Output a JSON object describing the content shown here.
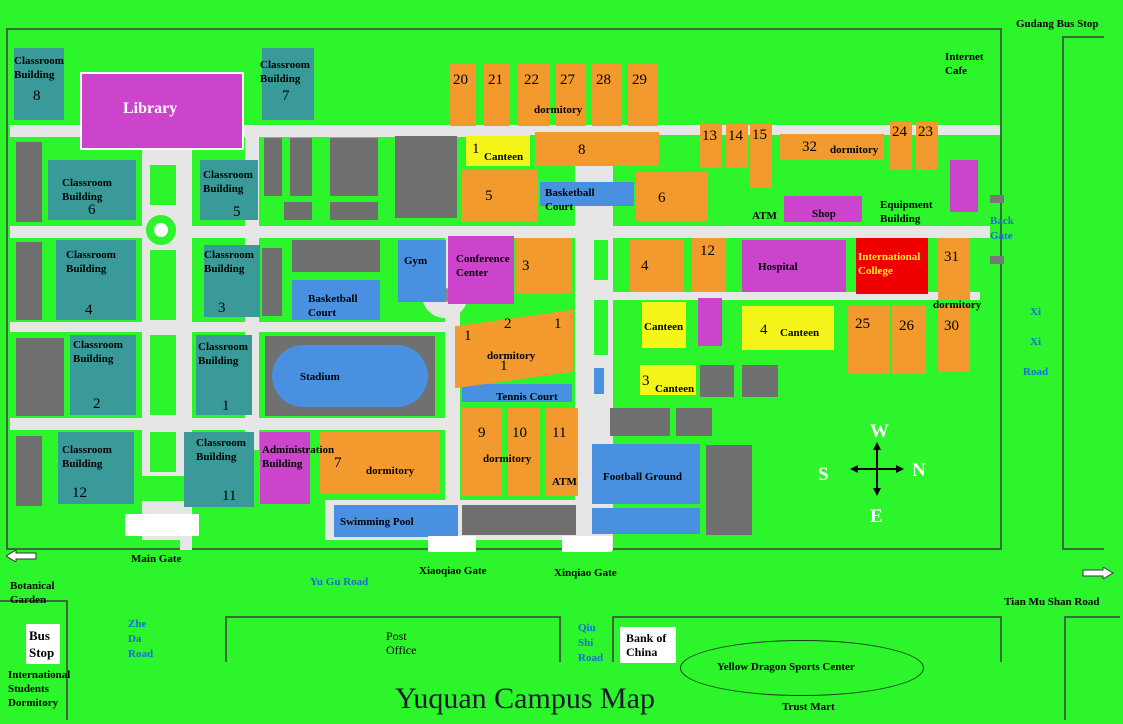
{
  "title": "Yuquan Campus Map",
  "colors": {
    "grass": "#2cf52c",
    "road": "#e6e6e6",
    "teal_building": "#3a9a9a",
    "orange_building": "#f29a2e",
    "purple_building": "#cc44cc",
    "gray_building": "#707070",
    "blue_facility": "#4a90e0",
    "yellow_building": "#f5f51a",
    "red_building": "#ee0000",
    "road_label": "#1a6fd0"
  },
  "labels": {
    "classroom_8": "Classroom\nBuilding",
    "classroom_8_num": "8",
    "library": "Library",
    "classroom_7": "Classroom\nBuilding",
    "classroom_7_num": "7",
    "classroom_6": "Classroom\nBuilding",
    "classroom_6_num": "6",
    "classroom_5": "Classroom\nBuilding",
    "classroom_5_num": "5",
    "classroom_4": "Classroom\nBuilding",
    "classroom_4_num": "4",
    "classroom_3": "Classroom\nBuilding",
    "classroom_3_num": "3",
    "classroom_2": "Classroom\nBuilding",
    "classroom_2_num": "2",
    "classroom_1": "Classroom\nBuilding",
    "classroom_1_num": "1",
    "classroom_12": "Classroom\nBuilding",
    "classroom_12_num": "12",
    "classroom_11": "Classroom\nBuilding",
    "classroom_11_num": "11",
    "gym": "Gym",
    "conference": "Conference\nCenter",
    "basketball_1": "Basketball\nCourt",
    "basketball_2": "Basketball\nCourt",
    "stadium": "Stadium",
    "administration": "Administration\nBuilding",
    "swimming_pool": "Swimming Pool",
    "tennis_court": "Tennis Court",
    "football_ground": "Football Ground",
    "hospital": "Hospital",
    "international_college": "International\nCollege",
    "equipment": "Equipment\nBuilding",
    "shop": "Shop",
    "atm_1": "ATM",
    "atm_2": "ATM",
    "canteen_1": "Canteen",
    "canteen_1_num": "1",
    "canteen_2": "Canteen",
    "canteen_3": "Canteen",
    "canteen_3_num": "3",
    "canteen_4": "Canteen",
    "canteen_4_num": "4",
    "dorm_top": "dormitory",
    "dorm_32": "dormitory",
    "dorm_mid": "dormitory",
    "dorm_7": "dormitory",
    "dorm_9": "dormitory",
    "dorm_31": "dormitory",
    "internet_cafe": "Internet\nCafe",
    "gudang_bus": "Gudang Bus Stop",
    "back_gate": "Back\nGate",
    "main_gate": "Main Gate",
    "xiaoqiao_gate": "Xiaoqiao Gate",
    "xinqiao_gate": "Xinqiao Gate",
    "botanical": "Botanical\nGarden",
    "bus_stop": "Bus\nStop",
    "intl_students": "International\nStudents\nDormitory",
    "zheda_road": "Zhe\nDa\nRoad",
    "yugu_road": "Yu Gu Road",
    "post_office": "Post\nOffice",
    "qiushi_road": "Qiu\nShi\nRoad",
    "bank_of_china": "Bank of\nChina",
    "yellow_dragon": "Yellow Dragon Sports Center",
    "trust_mart": "Trust Mart",
    "tianmushan": "Tian Mu Shan Road",
    "xixi_road": "Xi\nXi\nRoad",
    "compass_w": "W",
    "compass_s": "S",
    "compass_n": "N",
    "compass_e": "E"
  },
  "numbers": {
    "d20": "20",
    "d21": "21",
    "d22": "22",
    "d27": "27",
    "d28": "28",
    "d29": "29",
    "d8": "8",
    "d5": "5",
    "d6": "6",
    "d13": "13",
    "d14": "14",
    "d15": "15",
    "d32": "32",
    "d24": "24",
    "d23": "23",
    "d3": "3",
    "d4": "4",
    "d12": "12",
    "d31": "31",
    "d25": "25",
    "d26": "26",
    "d30": "30",
    "d9": "9",
    "d10": "10",
    "d11": "11",
    "d7": "7",
    "dm1a": "1",
    "dm2": "2",
    "dm1b": "1",
    "dm1c": "1"
  }
}
